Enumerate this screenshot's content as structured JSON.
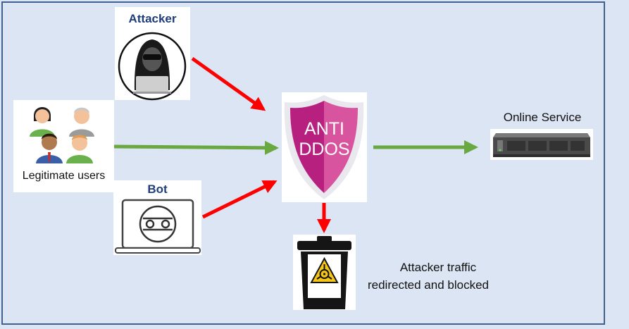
{
  "nodes": {
    "attacker": {
      "label": "Attacker"
    },
    "legit_users": {
      "label": "Legitimate users"
    },
    "bot": {
      "label": "Bot"
    },
    "shield": {
      "line1": "ANTI",
      "line2": "DDOS"
    },
    "online_service": {
      "label": "Online Service"
    },
    "blocked": {
      "line1": "Attacker traffic",
      "line2": "redirected and blocked"
    }
  },
  "colors": {
    "attack_arrow": "#ff0000",
    "legit_arrow": "#6aa842",
    "shield_left": "#b7207f",
    "shield_right": "#d9549f",
    "shield_border": "#e8e8ee",
    "background": "#dbe5f3",
    "border": "#41608d",
    "title": "#1f3d7a"
  }
}
